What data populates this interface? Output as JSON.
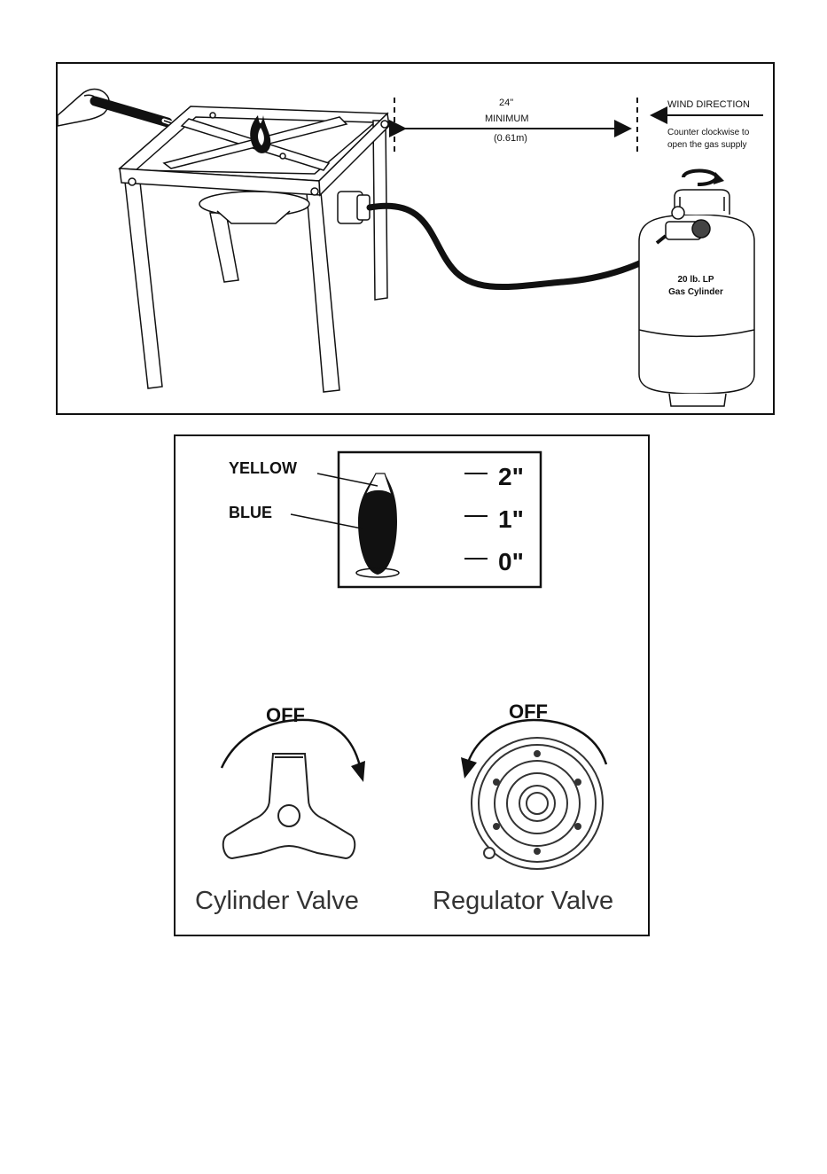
{
  "top_panel": {
    "distance": {
      "line1": "24\"",
      "line2": "MINIMUM",
      "line3": "(0.61m)"
    },
    "wind_direction": "WIND DIRECTION",
    "valve_note": {
      "line1": "Counter clockwise to",
      "line2": "open the gas supply"
    },
    "cylinder": {
      "line1": "20 lb. LP",
      "line2": "Gas Cylinder"
    }
  },
  "flame_panel": {
    "yellow_label": "YELLOW",
    "blue_label": "BLUE",
    "scale": [
      "2\"",
      "1\"",
      "0\""
    ]
  },
  "valves": {
    "cylinder": {
      "off": "OFF",
      "caption": "Cylinder Valve"
    },
    "regulator": {
      "off": "OFF",
      "caption": "Regulator Valve"
    }
  }
}
